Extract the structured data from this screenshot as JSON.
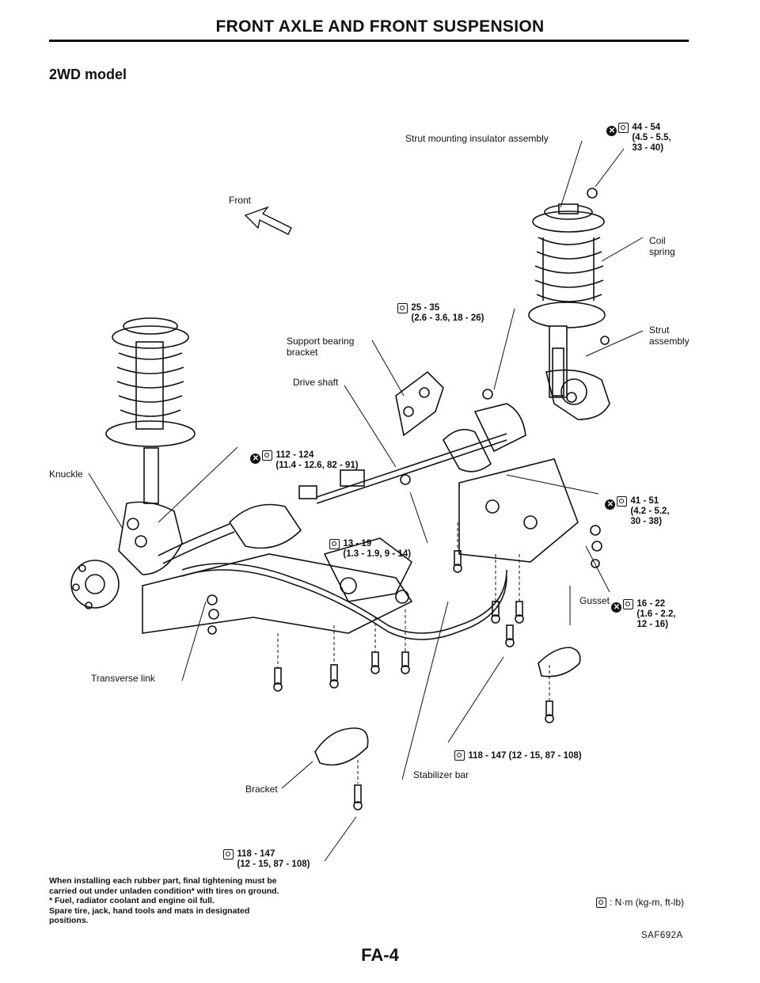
{
  "header": {
    "title": "FRONT AXLE AND FRONT SUSPENSION"
  },
  "section": {
    "title": "2WD model"
  },
  "labels": {
    "strut_mounting": "Strut mounting insulator assembly",
    "front": "Front",
    "coil_spring": "Coil\nspring",
    "strut_assembly": "Strut\nassembly",
    "support_bearing": "Support bearing\nbracket",
    "drive_shaft": "Drive shaft",
    "knuckle": "Knuckle",
    "gusset": "Gusset",
    "transverse_link": "Transverse link",
    "bracket": "Bracket",
    "stabilizer_bar": "Stabilizer bar"
  },
  "torques": {
    "t1": "44 - 54\n(4.5 - 5.5,\n33 - 40)",
    "t2": "25 - 35\n(2.6 - 3.6, 18 - 26)",
    "t3": "112 - 124\n(11.4 - 12.6, 82 - 91)",
    "t4": "41 - 51\n(4.2 - 5.2,\n30 - 38)",
    "t5": "13 - 19\n(1.3 - 1.9, 9 - 14)",
    "t6": "16 - 22\n(1.6 - 2.2,\n12 - 16)",
    "t7": "118 - 147 (12 - 15, 87 - 108)",
    "t8": "118 - 147\n(12 - 15, 87 - 108)"
  },
  "note": "When installing each rubber part, final tightening must be\ncarried out under unladen condition* with tires on ground.\n* Fuel, radiator coolant and engine oil full.\nSpare tire, jack, hand tools and mats in designated\npositions.",
  "legend": {
    "text": ": N·m (kg-m, ft-lb)"
  },
  "figure_code": "SAF692A",
  "page_number": "FA-4",
  "icons": {
    "torque": "torque-wrench-icon",
    "replace": "replace-part-icon"
  }
}
